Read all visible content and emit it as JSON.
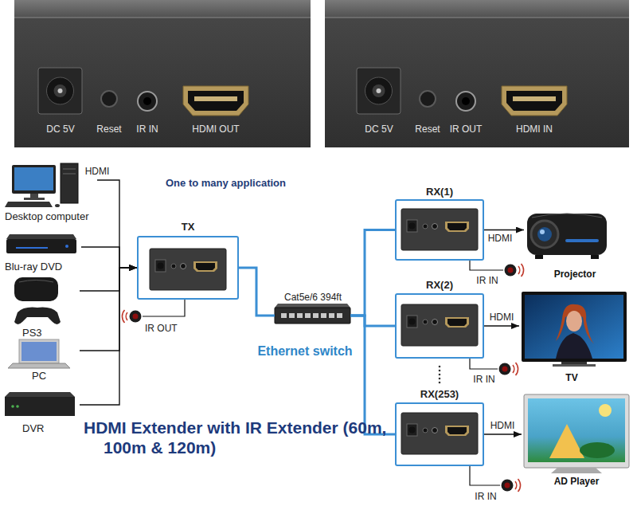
{
  "diagram": {
    "title": "HDMI Extender with IR Extender (60m, 100m & 120m)",
    "nodes": [
      {
        "text": [
          "DC 5V",
          "Reset",
          "IR IN",
          "HDMI OUT"
        ]
      },
      {
        "text": [
          "DC 5V",
          "Reset",
          "IR OUT",
          "HDMI IN"
        ]
      },
      {
        "text": [
          "Desktop computer"
        ]
      },
      {
        "text": [
          "Blu-ray DVD"
        ]
      },
      {
        "text": [
          "PS3"
        ]
      },
      {
        "text": [
          "PC"
        ]
      },
      {
        "text": [
          "DVR"
        ]
      },
      {
        "text": [
          "TX"
        ]
      },
      {
        "text": [
          "IR OUT"
        ]
      },
      {
        "text": [
          "Ethernet switch"
        ]
      },
      {
        "text": [
          "RX(1)"
        ]
      },
      {
        "text": [
          "IR IN"
        ]
      },
      {
        "text": [
          "Projector"
        ]
      },
      {
        "text": [
          "RX(2)"
        ]
      },
      {
        "text": [
          "IR IN"
        ]
      },
      {
        "text": [
          "TV"
        ]
      },
      {
        "text": [
          "RX(253)"
        ]
      },
      {
        "text": [
          "IR IN"
        ]
      },
      {
        "text": [
          "AD Player"
        ]
      }
    ],
    "edges": [
      {
        "from": 2,
        "to": 7,
        "arrow": "to",
        "label": "HDMI"
      },
      {
        "from": 3,
        "to": 7,
        "arrow": "to"
      },
      {
        "from": 4,
        "to": 7,
        "arrow": "to"
      },
      {
        "from": 5,
        "to": 7,
        "arrow": "to"
      },
      {
        "from": 6,
        "to": 7,
        "arrow": "to"
      },
      {
        "from": 7,
        "to": 8,
        "arrow": "none"
      },
      {
        "from": 7,
        "to": 9,
        "arrow": "none",
        "label": "Cat5e/6 394ft"
      },
      {
        "from": 9,
        "to": 10,
        "arrow": "none"
      },
      {
        "from": 9,
        "to": 13,
        "arrow": "none"
      },
      {
        "from": 9,
        "to": 16,
        "arrow": "none"
      },
      {
        "from": 10,
        "to": 12,
        "arrow": "to",
        "label": "HDMI"
      },
      {
        "from": 10,
        "to": 11,
        "arrow": "none"
      },
      {
        "from": 13,
        "to": 15,
        "arrow": "to",
        "label": "HDMI"
      },
      {
        "from": 13,
        "to": 14,
        "arrow": "none"
      },
      {
        "from": 16,
        "to": 18,
        "arrow": "to",
        "label": "HDMI"
      },
      {
        "from": 16,
        "to": 17,
        "arrow": "none"
      }
    ],
    "labels": [
      "One to many application"
    ]
  }
}
